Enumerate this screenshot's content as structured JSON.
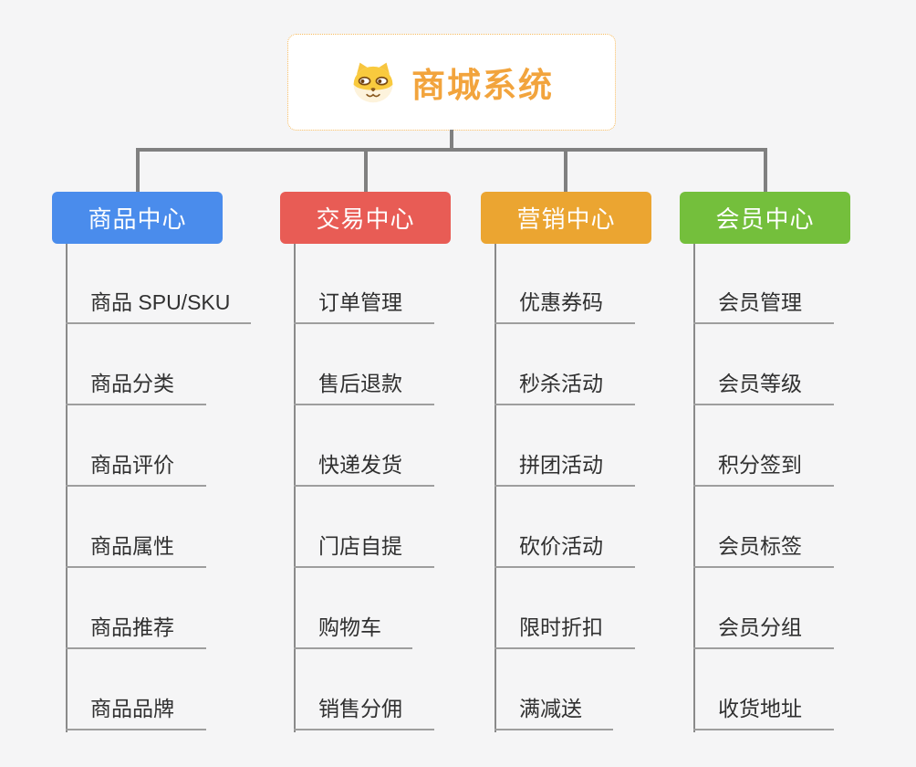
{
  "canvas": {
    "background": "#f5f5f6"
  },
  "root": {
    "title": "商城系统",
    "icon": "shiba-dog-icon",
    "title_color": "#f2a43d",
    "border_color": "#f6ba5e"
  },
  "connector_color": "#808080",
  "branches": [
    {
      "label": "商品中心",
      "color": "#4a8cec",
      "leaves": [
        "商品 SPU/SKU",
        "商品分类",
        "商品评价",
        "商品属性",
        "商品推荐",
        "商品品牌"
      ]
    },
    {
      "label": "交易中心",
      "color": "#e85c55",
      "leaves": [
        "订单管理",
        "售后退款",
        "快递发货",
        "门店自提",
        "购物车",
        "销售分佣"
      ]
    },
    {
      "label": "营销中心",
      "color": "#eba531",
      "leaves": [
        "优惠券码",
        "秒杀活动",
        "拼团活动",
        "砍价活动",
        "限时折扣",
        "满减送"
      ]
    },
    {
      "label": "会员中心",
      "color": "#74bf3c",
      "leaves": [
        "会员管理",
        "会员等级",
        "积分签到",
        "会员标签",
        "会员分组",
        "收货地址"
      ]
    }
  ]
}
